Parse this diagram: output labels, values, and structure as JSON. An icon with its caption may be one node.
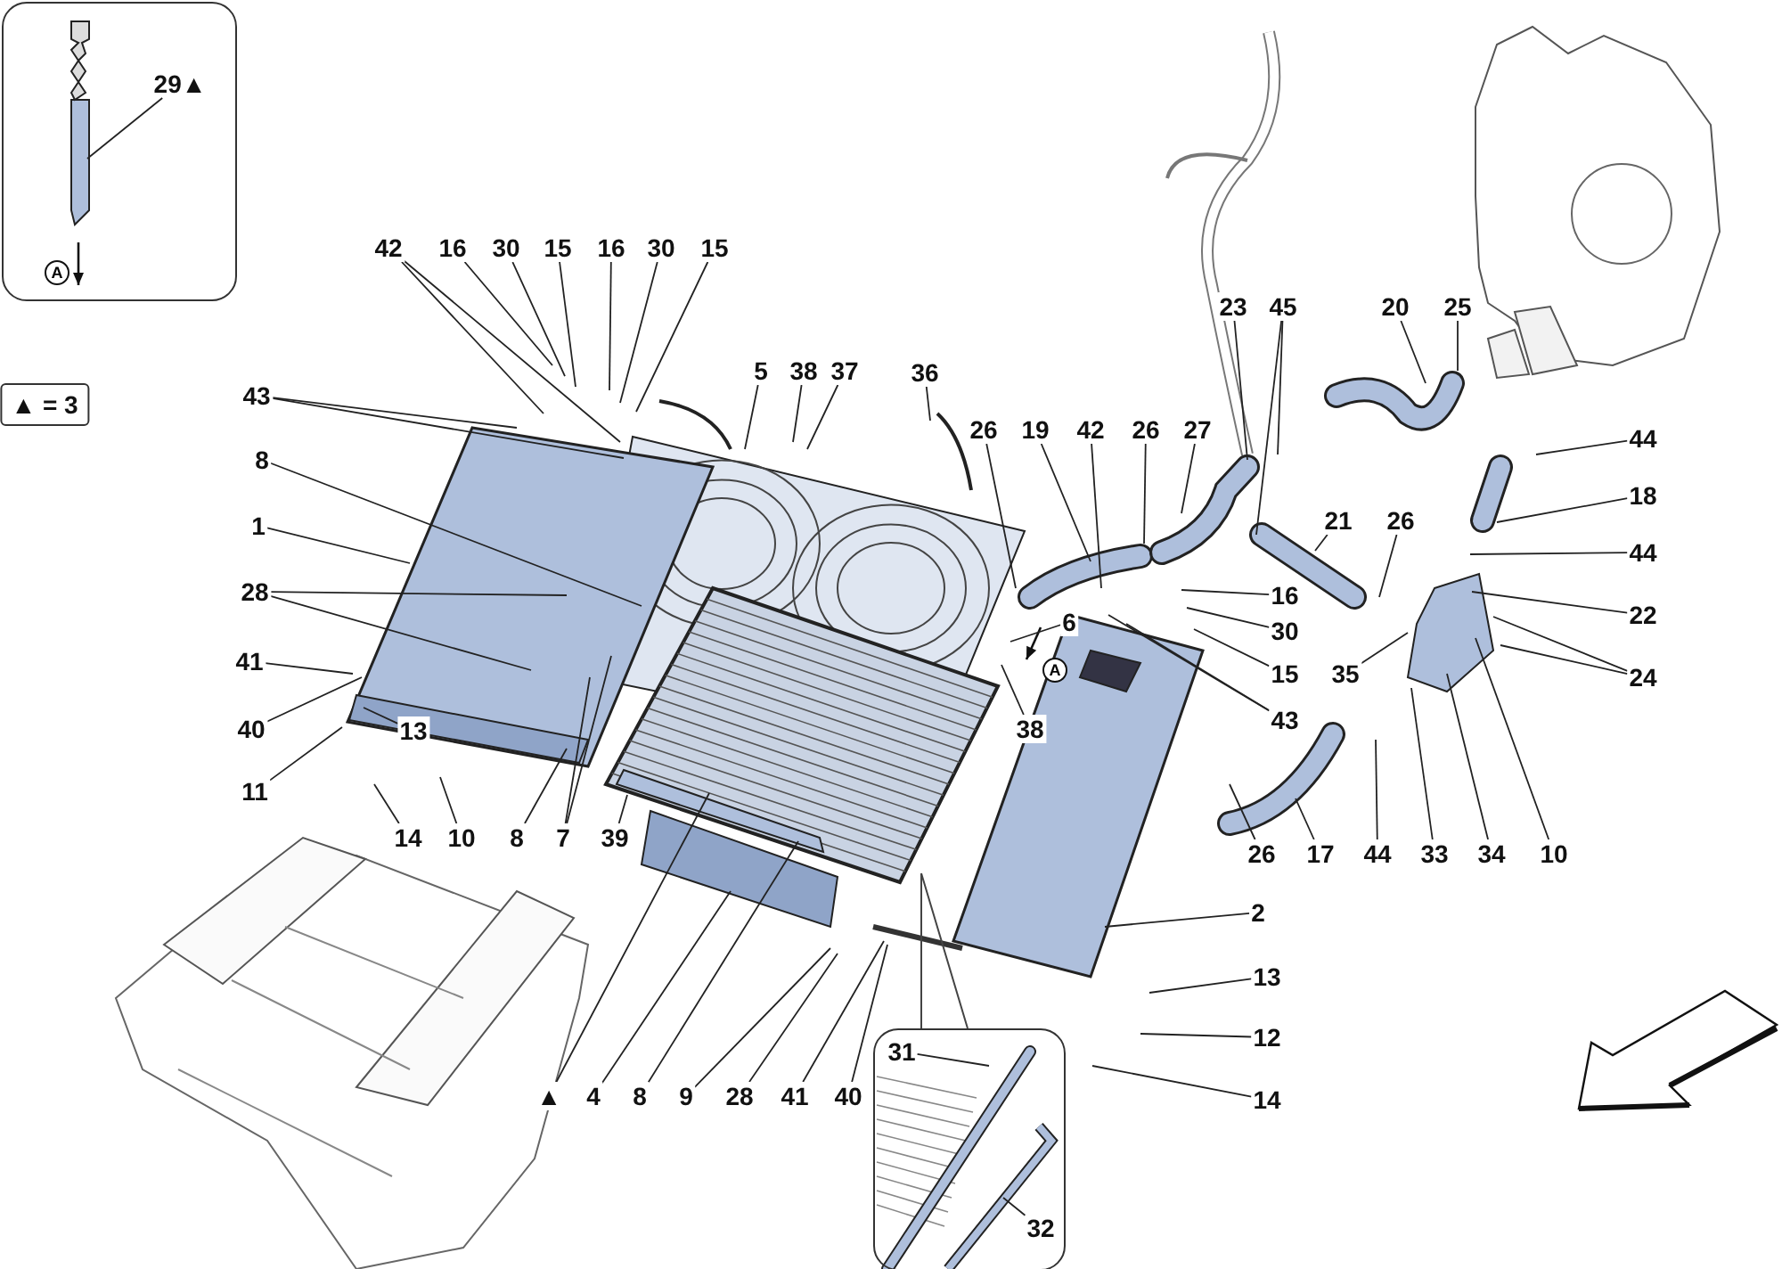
{
  "diagram": {
    "nodes": [
      {
        "text": [],
        "shape": "box"
      },
      {
        "text": [
          "29▲"
        ],
        "in": 0
      },
      {
        "text": [
          "▲ = 3"
        ]
      },
      {
        "text": [
          "42"
        ]
      },
      {
        "text": [
          "16"
        ]
      },
      {
        "text": [
          "30"
        ]
      },
      {
        "text": [
          "15"
        ]
      },
      {
        "text": [
          "16"
        ]
      },
      {
        "text": [
          "30"
        ]
      },
      {
        "text": [
          "15"
        ]
      },
      {
        "text": [
          "5"
        ]
      },
      {
        "text": [
          "38"
        ]
      },
      {
        "text": [
          "37"
        ]
      },
      {
        "text": [
          "36"
        ]
      },
      {
        "text": [
          "43"
        ]
      },
      {
        "text": [
          "26"
        ]
      },
      {
        "text": [
          "19"
        ]
      },
      {
        "text": [
          "42"
        ]
      },
      {
        "text": [
          "26"
        ]
      },
      {
        "text": [
          "27"
        ]
      },
      {
        "text": [
          "23"
        ]
      },
      {
        "text": [
          "45"
        ]
      },
      {
        "text": [
          "20"
        ]
      },
      {
        "text": [
          "25"
        ]
      },
      {
        "text": [
          "8"
        ]
      },
      {
        "text": [
          "1"
        ]
      },
      {
        "text": [
          "44"
        ]
      },
      {
        "text": [
          "21"
        ]
      },
      {
        "text": [
          "26"
        ]
      },
      {
        "text": [
          "18"
        ]
      },
      {
        "text": [
          "28"
        ]
      },
      {
        "text": [
          "16"
        ]
      },
      {
        "text": [
          "44"
        ]
      },
      {
        "text": [
          "6"
        ]
      },
      {
        "text": [
          "30"
        ]
      },
      {
        "text": [
          "22"
        ]
      },
      {
        "text": [
          "15"
        ]
      },
      {
        "text": [
          "43"
        ]
      },
      {
        "text": [
          "35"
        ]
      },
      {
        "text": [
          "24"
        ]
      },
      {
        "text": [
          "41"
        ]
      },
      {
        "text": [
          "38"
        ]
      },
      {
        "text": [
          "40"
        ]
      },
      {
        "text": [
          "13"
        ]
      },
      {
        "text": [
          "11"
        ]
      },
      {
        "text": [
          "39"
        ]
      },
      {
        "text": [
          "8"
        ]
      },
      {
        "text": [
          "7"
        ]
      },
      {
        "text": [
          "14"
        ]
      },
      {
        "text": [
          "10"
        ]
      },
      {
        "text": [
          "26"
        ]
      },
      {
        "text": [
          "17"
        ]
      },
      {
        "text": [
          "44"
        ]
      },
      {
        "text": [
          "33"
        ]
      },
      {
        "text": [
          "34"
        ]
      },
      {
        "text": [
          "10"
        ]
      },
      {
        "text": [
          "2"
        ]
      },
      {
        "text": [
          "13"
        ]
      },
      {
        "text": [
          "12"
        ]
      },
      {
        "text": [
          "▲"
        ]
      },
      {
        "text": [
          "4"
        ]
      },
      {
        "text": [
          "8"
        ]
      },
      {
        "text": [
          "9"
        ]
      },
      {
        "text": [
          "28"
        ]
      },
      {
        "text": [
          "41"
        ]
      },
      {
        "text": [
          "40"
        ]
      },
      {
        "text": [
          "14"
        ]
      },
      {
        "text": [],
        "shape": "box"
      },
      {
        "text": [
          "31"
        ],
        "in": 67
      },
      {
        "text": [
          "32"
        ],
        "in": 67
      }
    ],
    "edges": [
      {
        "from": 1,
        "to": null,
        "arrow": "none"
      },
      {
        "from": 3,
        "to": null,
        "arrow": "none"
      },
      {
        "from": 3,
        "to": null,
        "arrow": "none"
      },
      {
        "from": 4,
        "to": null,
        "arrow": "none"
      },
      {
        "from": 5,
        "to": null,
        "arrow": "none"
      },
      {
        "from": 6,
        "to": null,
        "arrow": "none"
      },
      {
        "from": 7,
        "to": null,
        "arrow": "none"
      },
      {
        "from": 8,
        "to": null,
        "arrow": "none"
      },
      {
        "from": 9,
        "to": null,
        "arrow": "none"
      },
      {
        "from": 10,
        "to": null,
        "arrow": "none"
      },
      {
        "from": 11,
        "to": null,
        "arrow": "none"
      },
      {
        "from": 12,
        "to": null,
        "arrow": "none"
      },
      {
        "from": 13,
        "to": null,
        "arrow": "none"
      },
      {
        "from": 14,
        "to": null,
        "arrow": "none"
      },
      {
        "from": 14,
        "to": null,
        "arrow": "none"
      },
      {
        "from": 15,
        "to": null,
        "arrow": "none"
      },
      {
        "from": 16,
        "to": null,
        "arrow": "none"
      },
      {
        "from": 17,
        "to": null,
        "arrow": "none"
      },
      {
        "from": 18,
        "to": null,
        "arrow": "none"
      },
      {
        "from": 19,
        "to": null,
        "arrow": "none"
      },
      {
        "from": 20,
        "to": null,
        "arrow": "none"
      },
      {
        "from": 21,
        "to": null,
        "arrow": "none"
      },
      {
        "from": 21,
        "to": null,
        "arrow": "none"
      },
      {
        "from": 22,
        "to": null,
        "arrow": "none"
      },
      {
        "from": 23,
        "to": null,
        "arrow": "none"
      },
      {
        "from": 24,
        "to": null,
        "arrow": "none"
      },
      {
        "from": 25,
        "to": null,
        "arrow": "none"
      },
      {
        "from": 26,
        "to": null,
        "arrow": "none"
      },
      {
        "from": 27,
        "to": null,
        "arrow": "none"
      },
      {
        "from": 28,
        "to": null,
        "arrow": "none"
      },
      {
        "from": 29,
        "to": null,
        "arrow": "none"
      },
      {
        "from": 30,
        "to": null,
        "arrow": "none"
      },
      {
        "from": 30,
        "to": null,
        "arrow": "none"
      },
      {
        "from": 31,
        "to": null,
        "arrow": "none"
      },
      {
        "from": 32,
        "to": null,
        "arrow": "none"
      },
      {
        "from": 33,
        "to": null,
        "arrow": "none"
      },
      {
        "from": 34,
        "to": null,
        "arrow": "none"
      },
      {
        "from": 35,
        "to": null,
        "arrow": "none"
      },
      {
        "from": 36,
        "to": null,
        "arrow": "none"
      },
      {
        "from": 37,
        "to": null,
        "arrow": "none"
      },
      {
        "from": 37,
        "to": null,
        "arrow": "none"
      },
      {
        "from": 38,
        "to": null,
        "arrow": "none"
      },
      {
        "from": 39,
        "to": null,
        "arrow": "none"
      },
      {
        "from": 39,
        "to": null,
        "arrow": "none"
      },
      {
        "from": 40,
        "to": null,
        "arrow": "none"
      },
      {
        "from": 41,
        "to": null,
        "arrow": "none"
      },
      {
        "from": 42,
        "to": null,
        "arrow": "none"
      },
      {
        "from": 43,
        "to": null,
        "arrow": "none"
      },
      {
        "from": 44,
        "to": null,
        "arrow": "none"
      },
      {
        "from": 45,
        "to": null,
        "arrow": "none"
      },
      {
        "from": 46,
        "to": null,
        "arrow": "none"
      },
      {
        "from": 47,
        "to": null,
        "arrow": "none"
      },
      {
        "from": 47,
        "to": null,
        "arrow": "none"
      },
      {
        "from": 48,
        "to": null,
        "arrow": "none"
      },
      {
        "from": 49,
        "to": null,
        "arrow": "none"
      },
      {
        "from": 50,
        "to": null,
        "arrow": "none"
      },
      {
        "from": 51,
        "to": null,
        "arrow": "none"
      },
      {
        "from": 52,
        "to": null,
        "arrow": "none"
      },
      {
        "from": 53,
        "to": null,
        "arrow": "none"
      },
      {
        "from": 54,
        "to": null,
        "arrow": "none"
      },
      {
        "from": 55,
        "to": null,
        "arrow": "none"
      },
      {
        "from": 56,
        "to": null,
        "arrow": "none"
      },
      {
        "from": 57,
        "to": null,
        "arrow": "none"
      },
      {
        "from": 58,
        "to": null,
        "arrow": "none"
      },
      {
        "from": 59,
        "to": null,
        "arrow": "none"
      },
      {
        "from": 60,
        "to": null,
        "arrow": "none"
      },
      {
        "from": 61,
        "to": null,
        "arrow": "none"
      },
      {
        "from": 62,
        "to": null,
        "arrow": "none"
      },
      {
        "from": 63,
        "to": null,
        "arrow": "none"
      },
      {
        "from": 64,
        "to": null,
        "arrow": "none"
      },
      {
        "from": 65,
        "to": null,
        "arrow": "none"
      },
      {
        "from": 66,
        "to": null,
        "arrow": "none"
      },
      {
        "from": 68,
        "to": null,
        "arrow": "none"
      },
      {
        "from": 69,
        "to": null,
        "arrow": "none"
      }
    ],
    "labels": [
      "A",
      "A"
    ]
  }
}
